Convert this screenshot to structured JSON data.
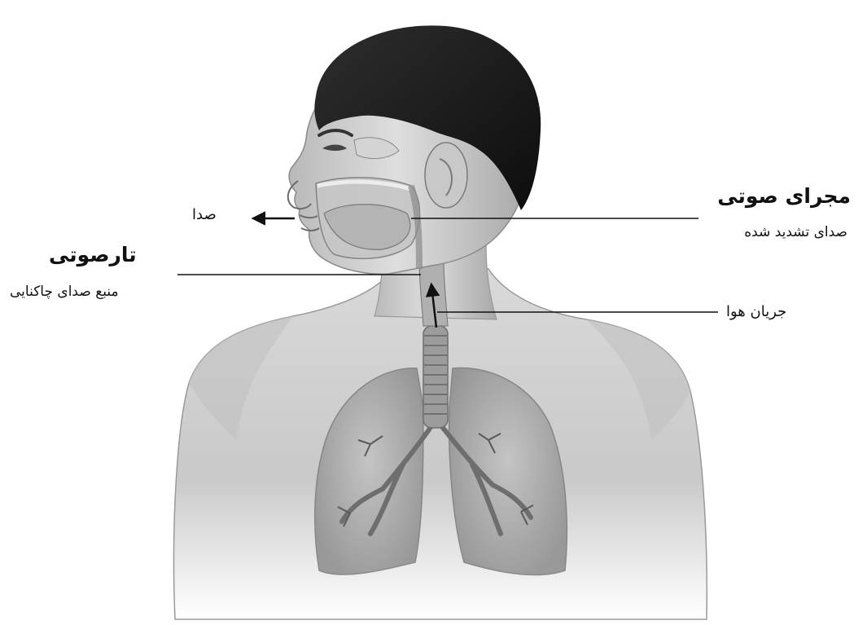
{
  "diagram": {
    "labels": {
      "vocal_tract_title": "مجرای صوتی",
      "vocal_tract_sub": "صدای تشدید شده",
      "vocal_cords_title": "تارصوتی",
      "vocal_cords_sub": "منبع صدای چاکنایی",
      "sound": "صدا",
      "airflow": "جریان هوا"
    },
    "colors": {
      "background": "#ffffff",
      "skin_light": "#e2e2e2",
      "skin_mid": "#bdbdbd",
      "skin_dark": "#8a8a8a",
      "hair": "#1c1c1c",
      "lungs": "#a9a9a9",
      "trachea": "#8f8f8f",
      "leader_line": "#111111"
    }
  }
}
